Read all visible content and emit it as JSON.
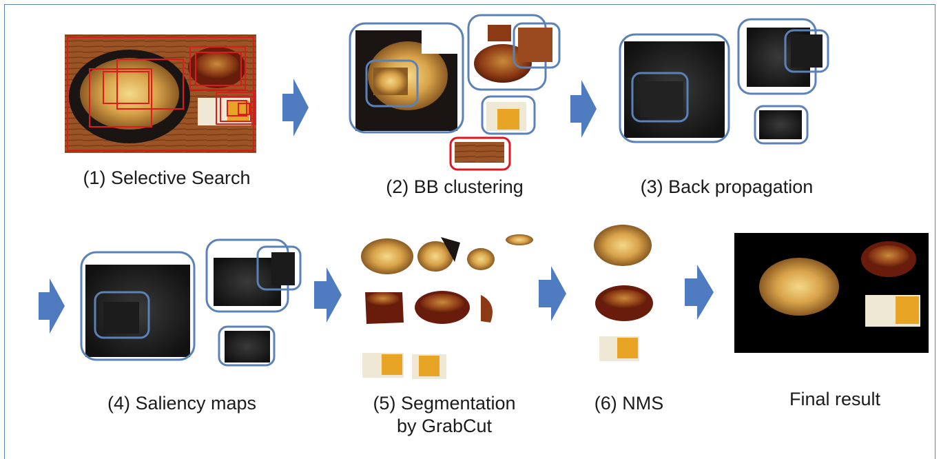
{
  "steps": [
    {
      "label": "(1) Selective Search"
    },
    {
      "label": "(2) BB clustering"
    },
    {
      "label": "(3) Back propagation"
    },
    {
      "label": "(4) Saliency maps"
    },
    {
      "label_line1": "(5) Segmentation",
      "label_line2": "by GrabCut"
    },
    {
      "label": "(6) NMS"
    },
    {
      "label": "Final result"
    }
  ],
  "colors": {
    "frame": "#5b82b8",
    "cluster_box": "#5b82b8",
    "outlier_box": "#e0161e",
    "proposal_box": "#e01a1a",
    "arrow": "#4f7cc0",
    "food_table": "#8a4a1e",
    "saliency_bg": "#151515",
    "result_bg": "#000000"
  },
  "icons": [
    "flow-arrow-icon"
  ]
}
